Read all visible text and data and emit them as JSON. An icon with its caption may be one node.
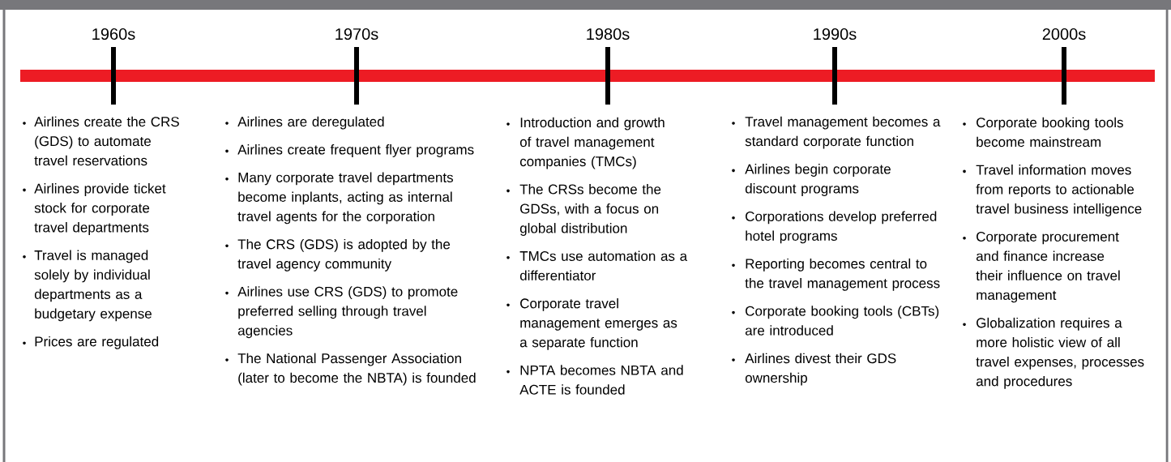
{
  "diagram": {
    "labels": [
      "1960s",
      "1970s",
      "1980s",
      "1990s",
      "2000s",
      "Airlines create the CRS (GDS) to automate travel reservations",
      "Airlines provide ticket stock for corporate travel departments",
      "Travel is managed solely by individual departments as a budgetary expense",
      "Prices are regulated",
      "Airlines are deregulated",
      "Airlines create frequent flyer programs",
      "Many corporate travel departments become inplants, acting as internal travel agents for the corporation",
      "The CRS (GDS) is adopted by the travel agency community",
      "Airlines use CRS (GDS) to promote preferred selling through travel agencies",
      "The National Passenger Association (later to become the NBTA) is founded",
      "Introduction and growth of travel management companies (TMCs)",
      "The CRSs become the GDSs, with a focus on global distribution",
      "TMCs use automation as a differentiator",
      "Corporate travel management emerges as a separate function",
      "NPTA becomes NBTA and ACTE is founded",
      "Travel management becomes a standard corporate function",
      "Airlines begin corporate discount programs",
      "Corporations develop preferred hotel programs",
      "Reporting becomes central to the travel management process",
      "Corporate booking tools (CBTs) are introduced",
      "Airlines divest their GDS ownership",
      "Corporate booking tools become mainstream",
      "Travel information moves from reports to actionable travel business intelligence",
      "Corporate procurement and finance increase their influence on travel management",
      "Globalization requires a more holistic view of all travel expenses, processes and procedures"
    ]
  }
}
